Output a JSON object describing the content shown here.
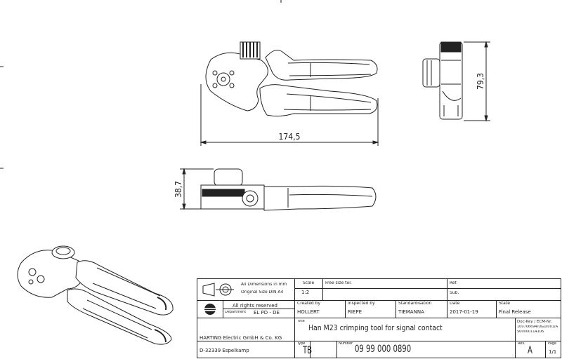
{
  "dimensions": {
    "width_label": "174,5",
    "height_label": "79,3",
    "depth_label": "38,7"
  },
  "title_block": {
    "all_dimensions": "All Dimensions in mm",
    "original_size": "Original Size DIN A4",
    "scale_label": "Scale",
    "scale_value": "1:2",
    "free_size_tol": "Free size tol.",
    "ref_label": "Ref.",
    "sub_label": "Sub.",
    "all_rights": "All rights reserved",
    "created_by_label": "Created by",
    "created_by": "HÖLLERT",
    "inspected_by_label": "Inspected by",
    "inspected_by": "RIEPE",
    "standardisation_label": "Standardisation",
    "standardisation": "TIEMANNA",
    "date_label": "Date",
    "date": "2017-01-19",
    "state_label": "State",
    "state": "Final Release",
    "department_label": "Department",
    "department": "EL PD - DE",
    "title_label": "Title",
    "title": "Han M23 crimping tool for signal contact",
    "doc_key_label": "Doc-Key / ECM-Nr.",
    "doc_key_line1": "100706694/UGD/001/A",
    "doc_key_line2": "S00000114106",
    "company": "HARTING Electric GmbH & Co. KG",
    "address": "D-32339 Espelkamp",
    "type_label": "Type",
    "type": "TB",
    "number_label": "Number",
    "number": "09 99 000 0890",
    "rev_label": "Rev.",
    "rev": "A",
    "page_label": "Page",
    "page": "1/1"
  },
  "colors": {
    "line": "#222222",
    "shade": "#bfbfbf",
    "background": "#ffffff"
  }
}
